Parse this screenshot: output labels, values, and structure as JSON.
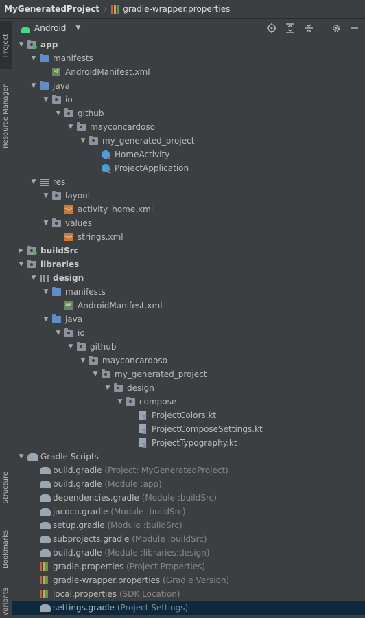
{
  "breadcrumb": {
    "project": "MyGeneratedProject",
    "file": "gradle-wrapper.properties"
  },
  "side_tabs": {
    "project": "Project",
    "resource_manager": "Resource Manager",
    "structure": "Structure",
    "bookmarks": "Bookmarks",
    "variants": "Variants"
  },
  "toolbar": {
    "view": "Android",
    "icons": [
      "target-icon",
      "expand-all-icon",
      "collapse-all-icon",
      "gear-icon",
      "minimize-icon"
    ]
  },
  "tree": [
    {
      "label": "app",
      "hint": "",
      "depth": 0,
      "arrow": "down",
      "icon": "module-folder",
      "bold": true
    },
    {
      "label": "manifests",
      "hint": "",
      "depth": 1,
      "arrow": "down",
      "icon": "blue-folder",
      "bold": false
    },
    {
      "label": "AndroidManifest.xml",
      "hint": "",
      "depth": 2,
      "arrow": "",
      "icon": "manifest-file",
      "bold": false
    },
    {
      "label": "java",
      "hint": "",
      "depth": 1,
      "arrow": "down",
      "icon": "blue-folder",
      "bold": false
    },
    {
      "label": "io",
      "hint": "",
      "depth": 2,
      "arrow": "down",
      "icon": "package-folder",
      "bold": false
    },
    {
      "label": "github",
      "hint": "",
      "depth": 3,
      "arrow": "down",
      "icon": "package-folder",
      "bold": false
    },
    {
      "label": "mayconcardoso",
      "hint": "",
      "depth": 4,
      "arrow": "down",
      "icon": "package-folder",
      "bold": false
    },
    {
      "label": "my_generated_project",
      "hint": "",
      "depth": 5,
      "arrow": "down",
      "icon": "package-folder",
      "bold": false
    },
    {
      "label": "HomeActivity",
      "hint": "",
      "depth": 6,
      "arrow": "",
      "icon": "kotlin-class",
      "bold": false
    },
    {
      "label": "ProjectApplication",
      "hint": "",
      "depth": 6,
      "arrow": "",
      "icon": "kotlin-class",
      "bold": false
    },
    {
      "label": "res",
      "hint": "",
      "depth": 1,
      "arrow": "down",
      "icon": "res-folder",
      "bold": false
    },
    {
      "label": "layout",
      "hint": "",
      "depth": 2,
      "arrow": "down",
      "icon": "package-folder",
      "bold": false
    },
    {
      "label": "activity_home.xml",
      "hint": "",
      "depth": 3,
      "arrow": "",
      "icon": "res-file",
      "bold": false
    },
    {
      "label": "values",
      "hint": "",
      "depth": 2,
      "arrow": "down",
      "icon": "package-folder",
      "bold": false
    },
    {
      "label": "strings.xml",
      "hint": "",
      "depth": 3,
      "arrow": "",
      "icon": "res-file",
      "bold": false
    },
    {
      "label": "buildSrc",
      "hint": "",
      "depth": 0,
      "arrow": "right",
      "icon": "module-folder",
      "bold": true
    },
    {
      "label": "libraries",
      "hint": "",
      "depth": 0,
      "arrow": "down",
      "icon": "package-folder",
      "bold": true
    },
    {
      "label": "design",
      "hint": "",
      "depth": 1,
      "arrow": "down",
      "icon": "lib-folder",
      "bold": true
    },
    {
      "label": "manifests",
      "hint": "",
      "depth": 2,
      "arrow": "down",
      "icon": "blue-folder",
      "bold": false
    },
    {
      "label": "AndroidManifest.xml",
      "hint": "",
      "depth": 3,
      "arrow": "",
      "icon": "manifest-file",
      "bold": false
    },
    {
      "label": "java",
      "hint": "",
      "depth": 2,
      "arrow": "down",
      "icon": "blue-folder",
      "bold": false
    },
    {
      "label": "io",
      "hint": "",
      "depth": 3,
      "arrow": "down",
      "icon": "package-folder",
      "bold": false
    },
    {
      "label": "github",
      "hint": "",
      "depth": 4,
      "arrow": "down",
      "icon": "package-folder",
      "bold": false
    },
    {
      "label": "mayconcardoso",
      "hint": "",
      "depth": 5,
      "arrow": "down",
      "icon": "package-folder",
      "bold": false
    },
    {
      "label": "my_generated_project",
      "hint": "",
      "depth": 6,
      "arrow": "down",
      "icon": "package-folder",
      "bold": false
    },
    {
      "label": "design",
      "hint": "",
      "depth": 7,
      "arrow": "down",
      "icon": "package-folder",
      "bold": false
    },
    {
      "label": "compose",
      "hint": "",
      "depth": 8,
      "arrow": "down",
      "icon": "package-folder",
      "bold": false
    },
    {
      "label": "ProjectColors.kt",
      "hint": "",
      "depth": 9,
      "arrow": "",
      "icon": "kotlin-file",
      "bold": false
    },
    {
      "label": "ProjectComposeSettings.kt",
      "hint": "",
      "depth": 9,
      "arrow": "",
      "icon": "kotlin-file",
      "bold": false
    },
    {
      "label": "ProjectTypography.kt",
      "hint": "",
      "depth": 9,
      "arrow": "",
      "icon": "kotlin-file",
      "bold": false
    },
    {
      "label": "Gradle Scripts",
      "hint": "",
      "depth": 0,
      "arrow": "down",
      "icon": "gradle",
      "bold": false
    },
    {
      "label": "build.gradle",
      "hint": "(Project: MyGeneratedProject)",
      "depth": 1,
      "arrow": "",
      "icon": "gradle",
      "bold": false
    },
    {
      "label": "build.gradle",
      "hint": "(Module :app)",
      "depth": 1,
      "arrow": "",
      "icon": "gradle",
      "bold": false
    },
    {
      "label": "dependencies.gradle",
      "hint": "(Module :buildSrc)",
      "depth": 1,
      "arrow": "",
      "icon": "gradle",
      "bold": false
    },
    {
      "label": "jacoco.gradle",
      "hint": "(Module :buildSrc)",
      "depth": 1,
      "arrow": "",
      "icon": "gradle",
      "bold": false
    },
    {
      "label": "setup.gradle",
      "hint": "(Module :buildSrc)",
      "depth": 1,
      "arrow": "",
      "icon": "gradle",
      "bold": false
    },
    {
      "label": "subprojects.gradle",
      "hint": "(Module :buildSrc)",
      "depth": 1,
      "arrow": "",
      "icon": "gradle",
      "bold": false
    },
    {
      "label": "build.gradle",
      "hint": "(Module :libraries:design)",
      "depth": 1,
      "arrow": "",
      "icon": "gradle",
      "bold": false
    },
    {
      "label": "gradle.properties",
      "hint": "(Project Properties)",
      "depth": 1,
      "arrow": "",
      "icon": "properties",
      "bold": false
    },
    {
      "label": "gradle-wrapper.properties",
      "hint": "(Gradle Version)",
      "depth": 1,
      "arrow": "",
      "icon": "properties",
      "bold": false
    },
    {
      "label": "local.properties",
      "hint": "(SDK Location)",
      "depth": 1,
      "arrow": "",
      "icon": "properties",
      "bold": false
    },
    {
      "label": "settings.gradle",
      "hint": "(Project Settings)",
      "depth": 1,
      "arrow": "",
      "icon": "gradle",
      "bold": false,
      "selected": true
    }
  ]
}
